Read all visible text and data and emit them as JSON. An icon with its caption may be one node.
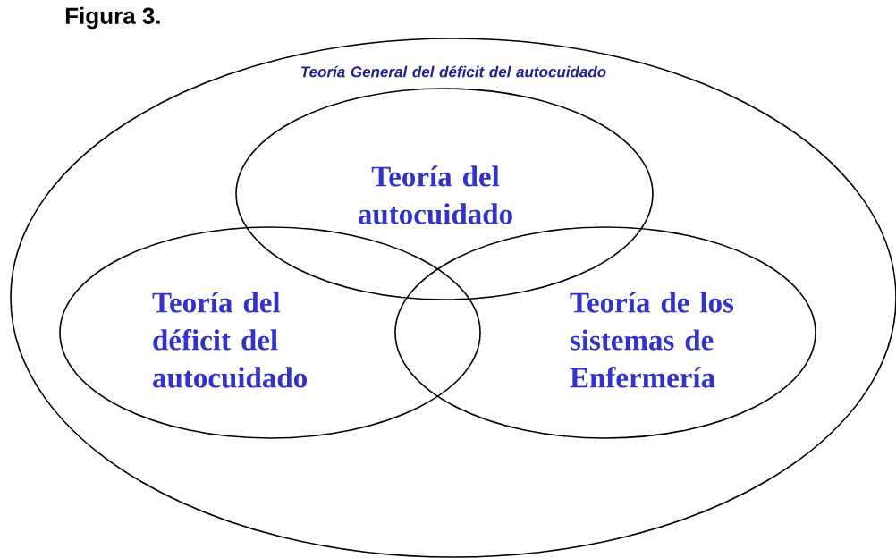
{
  "diagram": {
    "title": "Figura 3.",
    "nodes": [
      {
        "text": [
          "Teoría General del déficit del autocuidado"
        ]
      },
      {
        "text": [
          "Teoría del autocuidado"
        ],
        "in": 0
      },
      {
        "text": [
          "Teoría del déficit del autocuidado"
        ],
        "in": 0
      },
      {
        "text": [
          "Teoría de los sistemas de Enfermería"
        ],
        "in": 0
      }
    ]
  }
}
